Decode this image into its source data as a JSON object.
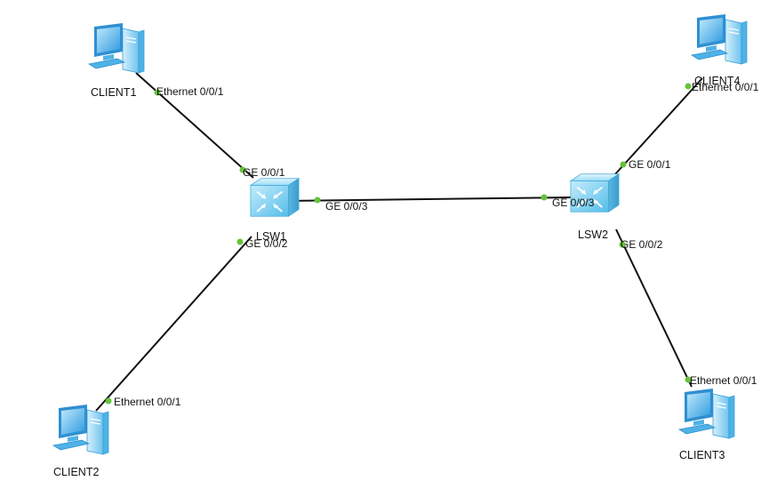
{
  "devices": {
    "client1": {
      "name": "CLIENT1",
      "type": "pc"
    },
    "client2": {
      "name": "CLIENT2",
      "type": "pc"
    },
    "client3": {
      "name": "CLIENT3",
      "type": "pc"
    },
    "client4": {
      "name": "CLIENT4",
      "type": "pc"
    },
    "lsw1": {
      "name": "LSW1",
      "type": "switch"
    },
    "lsw2": {
      "name": "LSW2",
      "type": "switch"
    }
  },
  "links": [
    {
      "id": "client1-lsw1",
      "a_port": "Ethernet 0/0/1",
      "b_port": "GE 0/0/1"
    },
    {
      "id": "lsw1-client2",
      "a_port": "GE 0/0/2",
      "b_port": "Ethernet 0/0/1"
    },
    {
      "id": "lsw1-lsw2",
      "a_port": "GE 0/0/3",
      "b_port": "GE 0/0/3"
    },
    {
      "id": "lsw2-client4",
      "a_port": "GE 0/0/1",
      "b_port": "Ethernet 0/0/1"
    },
    {
      "id": "lsw2-client3",
      "a_port": "GE 0/0/2",
      "b_port": "Ethernet 0/0/1"
    }
  ],
  "colors": {
    "link": "#111111",
    "port_dot": "#66c33a",
    "pc_screen": "#3fa9e8",
    "pc_body": "#8fd3f7",
    "switch_body": "#7fd0f5"
  },
  "icons": {
    "pc": "desktop-computer-icon",
    "switch": "layer3-switch-icon"
  }
}
